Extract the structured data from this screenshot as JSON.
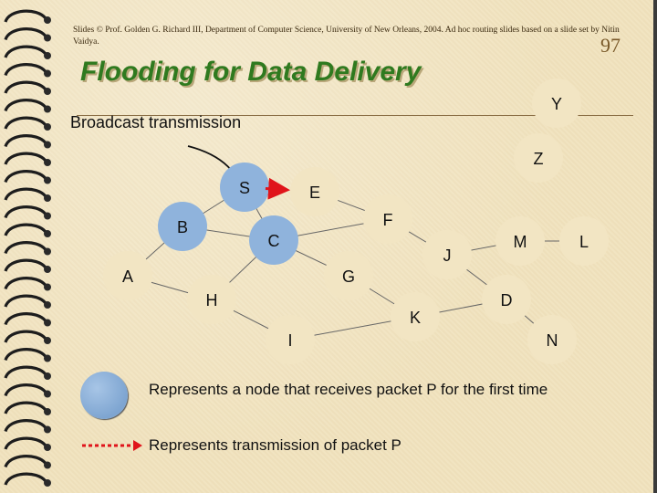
{
  "slide": {
    "credit": "Slides © Prof. Golden G. Richard III, Department of Computer Science, University of New Orleans, 2004. Ad hoc routing slides based on a slide set by Nitin Vaidya.",
    "page_number": "97",
    "title": "Flooding for Data Delivery",
    "subtitle": "Broadcast transmission"
  },
  "colors": {
    "highlight_node": "#8fb3dc",
    "edge": "#666666",
    "transmission_arrow": "#e0141b",
    "title_green": "#2f7a1f"
  },
  "nodes": [
    {
      "id": "S",
      "label": "S",
      "highlighted": true
    },
    {
      "id": "E",
      "label": "E",
      "highlighted": false
    },
    {
      "id": "Y",
      "label": "Y",
      "highlighted": false
    },
    {
      "id": "Z",
      "label": "Z",
      "highlighted": false
    },
    {
      "id": "F",
      "label": "F",
      "highlighted": false
    },
    {
      "id": "B",
      "label": "B",
      "highlighted": true
    },
    {
      "id": "C",
      "label": "C",
      "highlighted": true
    },
    {
      "id": "M",
      "label": "M",
      "highlighted": false
    },
    {
      "id": "L",
      "label": "L",
      "highlighted": false
    },
    {
      "id": "J",
      "label": "J",
      "highlighted": false
    },
    {
      "id": "A",
      "label": "A",
      "highlighted": false
    },
    {
      "id": "G",
      "label": "G",
      "highlighted": false
    },
    {
      "id": "H",
      "label": "H",
      "highlighted": false
    },
    {
      "id": "D",
      "label": "D",
      "highlighted": false
    },
    {
      "id": "K",
      "label": "K",
      "highlighted": false
    },
    {
      "id": "I",
      "label": "I",
      "highlighted": false
    },
    {
      "id": "N",
      "label": "N",
      "highlighted": false
    }
  ],
  "edges": [
    {
      "from": "S",
      "to": "B"
    },
    {
      "from": "S",
      "to": "C"
    },
    {
      "from": "E",
      "to": "F"
    },
    {
      "from": "F",
      "to": "C"
    },
    {
      "from": "F",
      "to": "J"
    },
    {
      "from": "B",
      "to": "A"
    },
    {
      "from": "B",
      "to": "C"
    },
    {
      "from": "C",
      "to": "H"
    },
    {
      "from": "C",
      "to": "G"
    },
    {
      "from": "A",
      "to": "H"
    },
    {
      "from": "H",
      "to": "I"
    },
    {
      "from": "G",
      "to": "K"
    },
    {
      "from": "J",
      "to": "M"
    },
    {
      "from": "M",
      "to": "L"
    },
    {
      "from": "J",
      "to": "D"
    },
    {
      "from": "K",
      "to": "D"
    },
    {
      "from": "D",
      "to": "N"
    },
    {
      "from": "K",
      "to": "I"
    }
  ],
  "transmissions": [
    {
      "from": "S",
      "to": "E"
    }
  ],
  "legend": {
    "node_text": "Represents a node that receives packet P for the first time",
    "arrow_text": "Represents transmission of packet P"
  }
}
